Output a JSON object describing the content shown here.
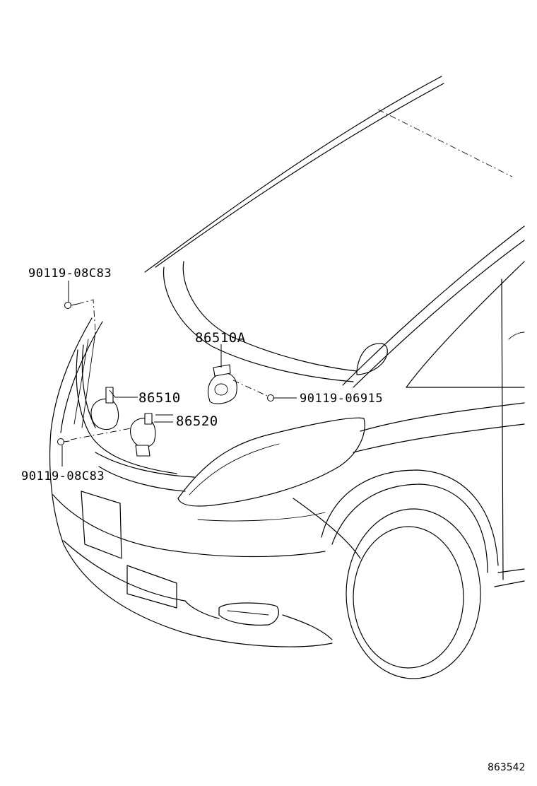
{
  "callouts": {
    "bolt_upper_left": "90119-08C83",
    "horn_high_a": "86510A",
    "horn_high": "86510",
    "horn_low": "86520",
    "bolt_right": "90119-06915",
    "bolt_lower_left": "90119-08C83"
  },
  "figure_id": "863542"
}
